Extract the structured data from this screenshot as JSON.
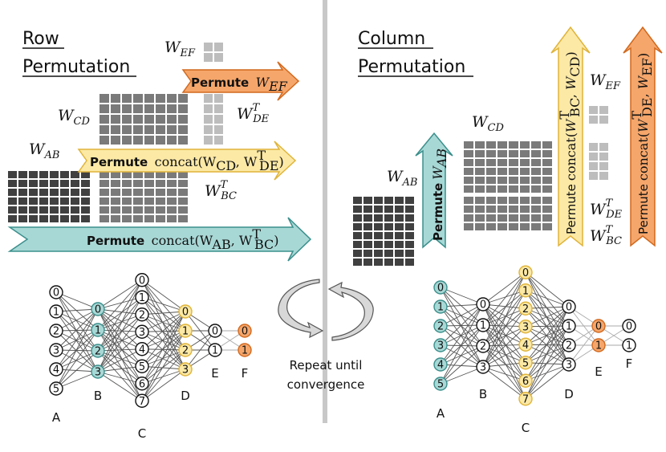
{
  "colors": {
    "teal": "#a8d8d6",
    "teal_stroke": "#3a8f8c",
    "yellow": "#fce9a6",
    "yellow_stroke": "#e0b43a",
    "orange": "#f5a66b",
    "orange_stroke": "#d2691e",
    "cell_dark": "#404040",
    "cell_mid": "#7a7a7a",
    "cell_light": "#bdbdbd",
    "divider": "#c8c8c8"
  },
  "left": {
    "heading_line1": "Row",
    "heading_line2": "Permutation",
    "labels": {
      "wab": "W",
      "wab_sub": "AB",
      "wcd": "W",
      "wcd_sub": "CD",
      "wef": "W",
      "wef_sub": "EF",
      "wde": "W",
      "wde_sub": "DE",
      "wbc": "W",
      "wbc_sub": "BC",
      "sup_t": "T"
    },
    "arrows": {
      "ef": {
        "bold": "Permute",
        "rest": "W",
        "sub": "EF"
      },
      "cd": {
        "bold": "Permute",
        "rest": "concat(W",
        "sub1": "CD",
        "mid": ", W",
        "sup": "T",
        "sub2": "DE",
        "close": ")"
      },
      "ab": {
        "bold": "Permute",
        "rest": "concat(W",
        "sub1": "AB",
        "mid": ", W",
        "sup": "T",
        "sub2": "BC",
        "close": ")"
      }
    },
    "network": {
      "layers": [
        "A",
        "B",
        "C",
        "D",
        "E",
        "F"
      ],
      "A": [
        "0",
        "1",
        "2",
        "3",
        "4",
        "5"
      ],
      "B": [
        "0",
        "1",
        "2",
        "3"
      ],
      "C": [
        "0",
        "1",
        "2",
        "3",
        "4",
        "5",
        "6",
        "7"
      ],
      "D": [
        "0",
        "1",
        "2",
        "3"
      ],
      "E": [
        "0",
        "1"
      ],
      "F": [
        "0",
        "1"
      ]
    }
  },
  "right": {
    "heading_line1": "Column",
    "heading_line2": "Permutation",
    "labels": {
      "wab": "W",
      "wab_sub": "AB",
      "wcd": "W",
      "wcd_sub": "CD",
      "wef": "W",
      "wef_sub": "EF",
      "wde": "W",
      "wde_sub": "DE",
      "wbc": "W",
      "wbc_sub": "BC",
      "sup_t": "T"
    },
    "arrows": {
      "ab": "Permute W_AB",
      "bc_cd": "Permute concat(W_BC^T, W_CD)",
      "de_ef": "Permute concat(W_DE^T, W_EF)"
    },
    "network": {
      "layers": [
        "A",
        "B",
        "C",
        "D",
        "E",
        "F"
      ],
      "A": [
        "0",
        "1",
        "2",
        "3",
        "4",
        "5"
      ],
      "B": [
        "0",
        "1",
        "2",
        "3"
      ],
      "C": [
        "0",
        "1",
        "2",
        "3",
        "4",
        "5",
        "6",
        "7"
      ],
      "D": [
        "0",
        "1",
        "2",
        "3"
      ],
      "E": [
        "0",
        "1"
      ],
      "F": [
        "0",
        "1"
      ]
    }
  },
  "center": {
    "repeat_line1": "Repeat until",
    "repeat_line2": "convergence"
  }
}
